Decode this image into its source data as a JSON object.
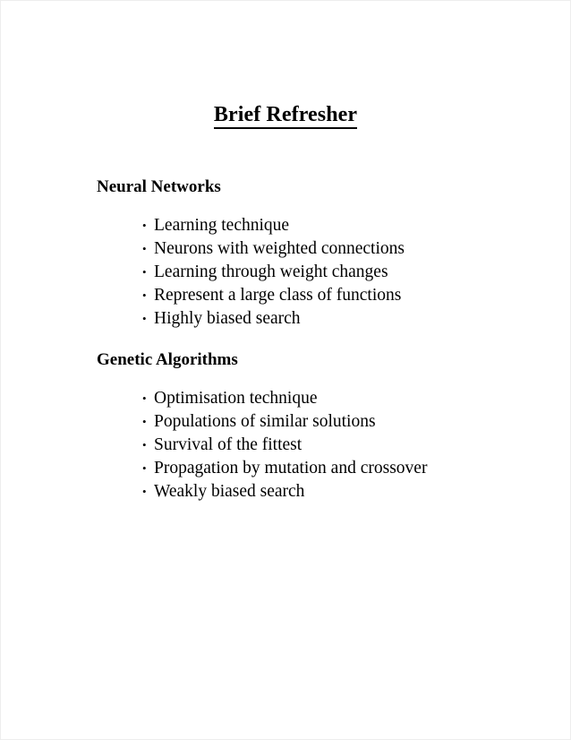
{
  "document": {
    "title": "Brief Refresher",
    "sections": [
      {
        "heading": "Neural Networks",
        "bullets": [
          "Learning technique",
          "Neurons with weighted connections",
          "Learning through weight changes",
          "Represent a large class of functions",
          "Highly biased search"
        ]
      },
      {
        "heading": "Genetic Algorithms",
        "bullets": [
          "Optimisation technique",
          "Populations of similar solutions",
          "Survival of the fittest",
          "Propagation by mutation and crossover",
          "Weakly biased search"
        ]
      }
    ],
    "bullet_glyph": "•",
    "text_color": "#000000",
    "background_color": "#ffffff"
  }
}
